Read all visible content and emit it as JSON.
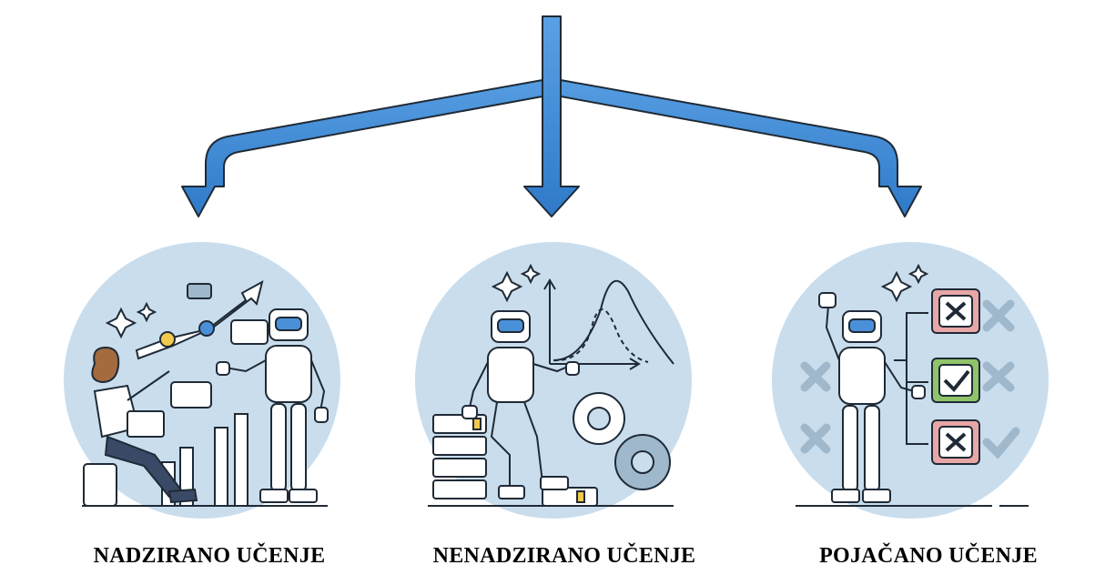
{
  "categories": [
    {
      "key": "supervised",
      "label": "NADZIRANO UČENJE"
    },
    {
      "key": "unsupervised",
      "label": "NENADZIRANO UČENJE"
    },
    {
      "key": "reinforcement",
      "label": "POJAČANO UČENJE"
    }
  ],
  "colors": {
    "arrow": "#4a90d9",
    "arrow_outline": "#1f2a36",
    "circle": "#c9dded",
    "robot_body": "#ffffff",
    "robot_eyes": "#4a90d9",
    "accent_yellow": "#f2c94c",
    "check_green": "#8fc46a",
    "cross_red": "#e9a6a6",
    "cross_muted": "#9fb8cc"
  },
  "icons": [
    "robot-icon",
    "sparkle-icon",
    "trend-arrow-icon",
    "gear-icon",
    "server-stack-icon",
    "check-box-icon",
    "cross-box-icon"
  ]
}
